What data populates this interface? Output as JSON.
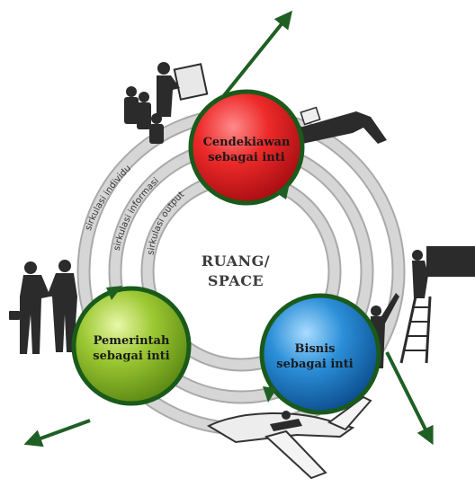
{
  "center": {
    "line1": "RUANG/",
    "line2": "SPACE"
  },
  "nodes": {
    "cendekiawan": {
      "line1": "Cendekiawan",
      "line2": "sebagai inti",
      "color": "#e8202a"
    },
    "pemerintah": {
      "line1": "Pemerintah",
      "line2": "sebagai inti",
      "color": "#8cbd2c"
    },
    "bisnis": {
      "line1": "Bisnis",
      "line2": "sebagai inti",
      "color": "#1f7fc8"
    }
  },
  "circulation": {
    "individu": "sirkulasi individu",
    "informasi": "sirkulasi informasi",
    "output": "sirkulasi output"
  },
  "colors": {
    "ring": "#c8c8c8",
    "ring_edge": "#a9a9a9",
    "node_border": "#1a5a1a",
    "arrow": "#1f5f24",
    "silhouette": "#2b2b2b"
  }
}
